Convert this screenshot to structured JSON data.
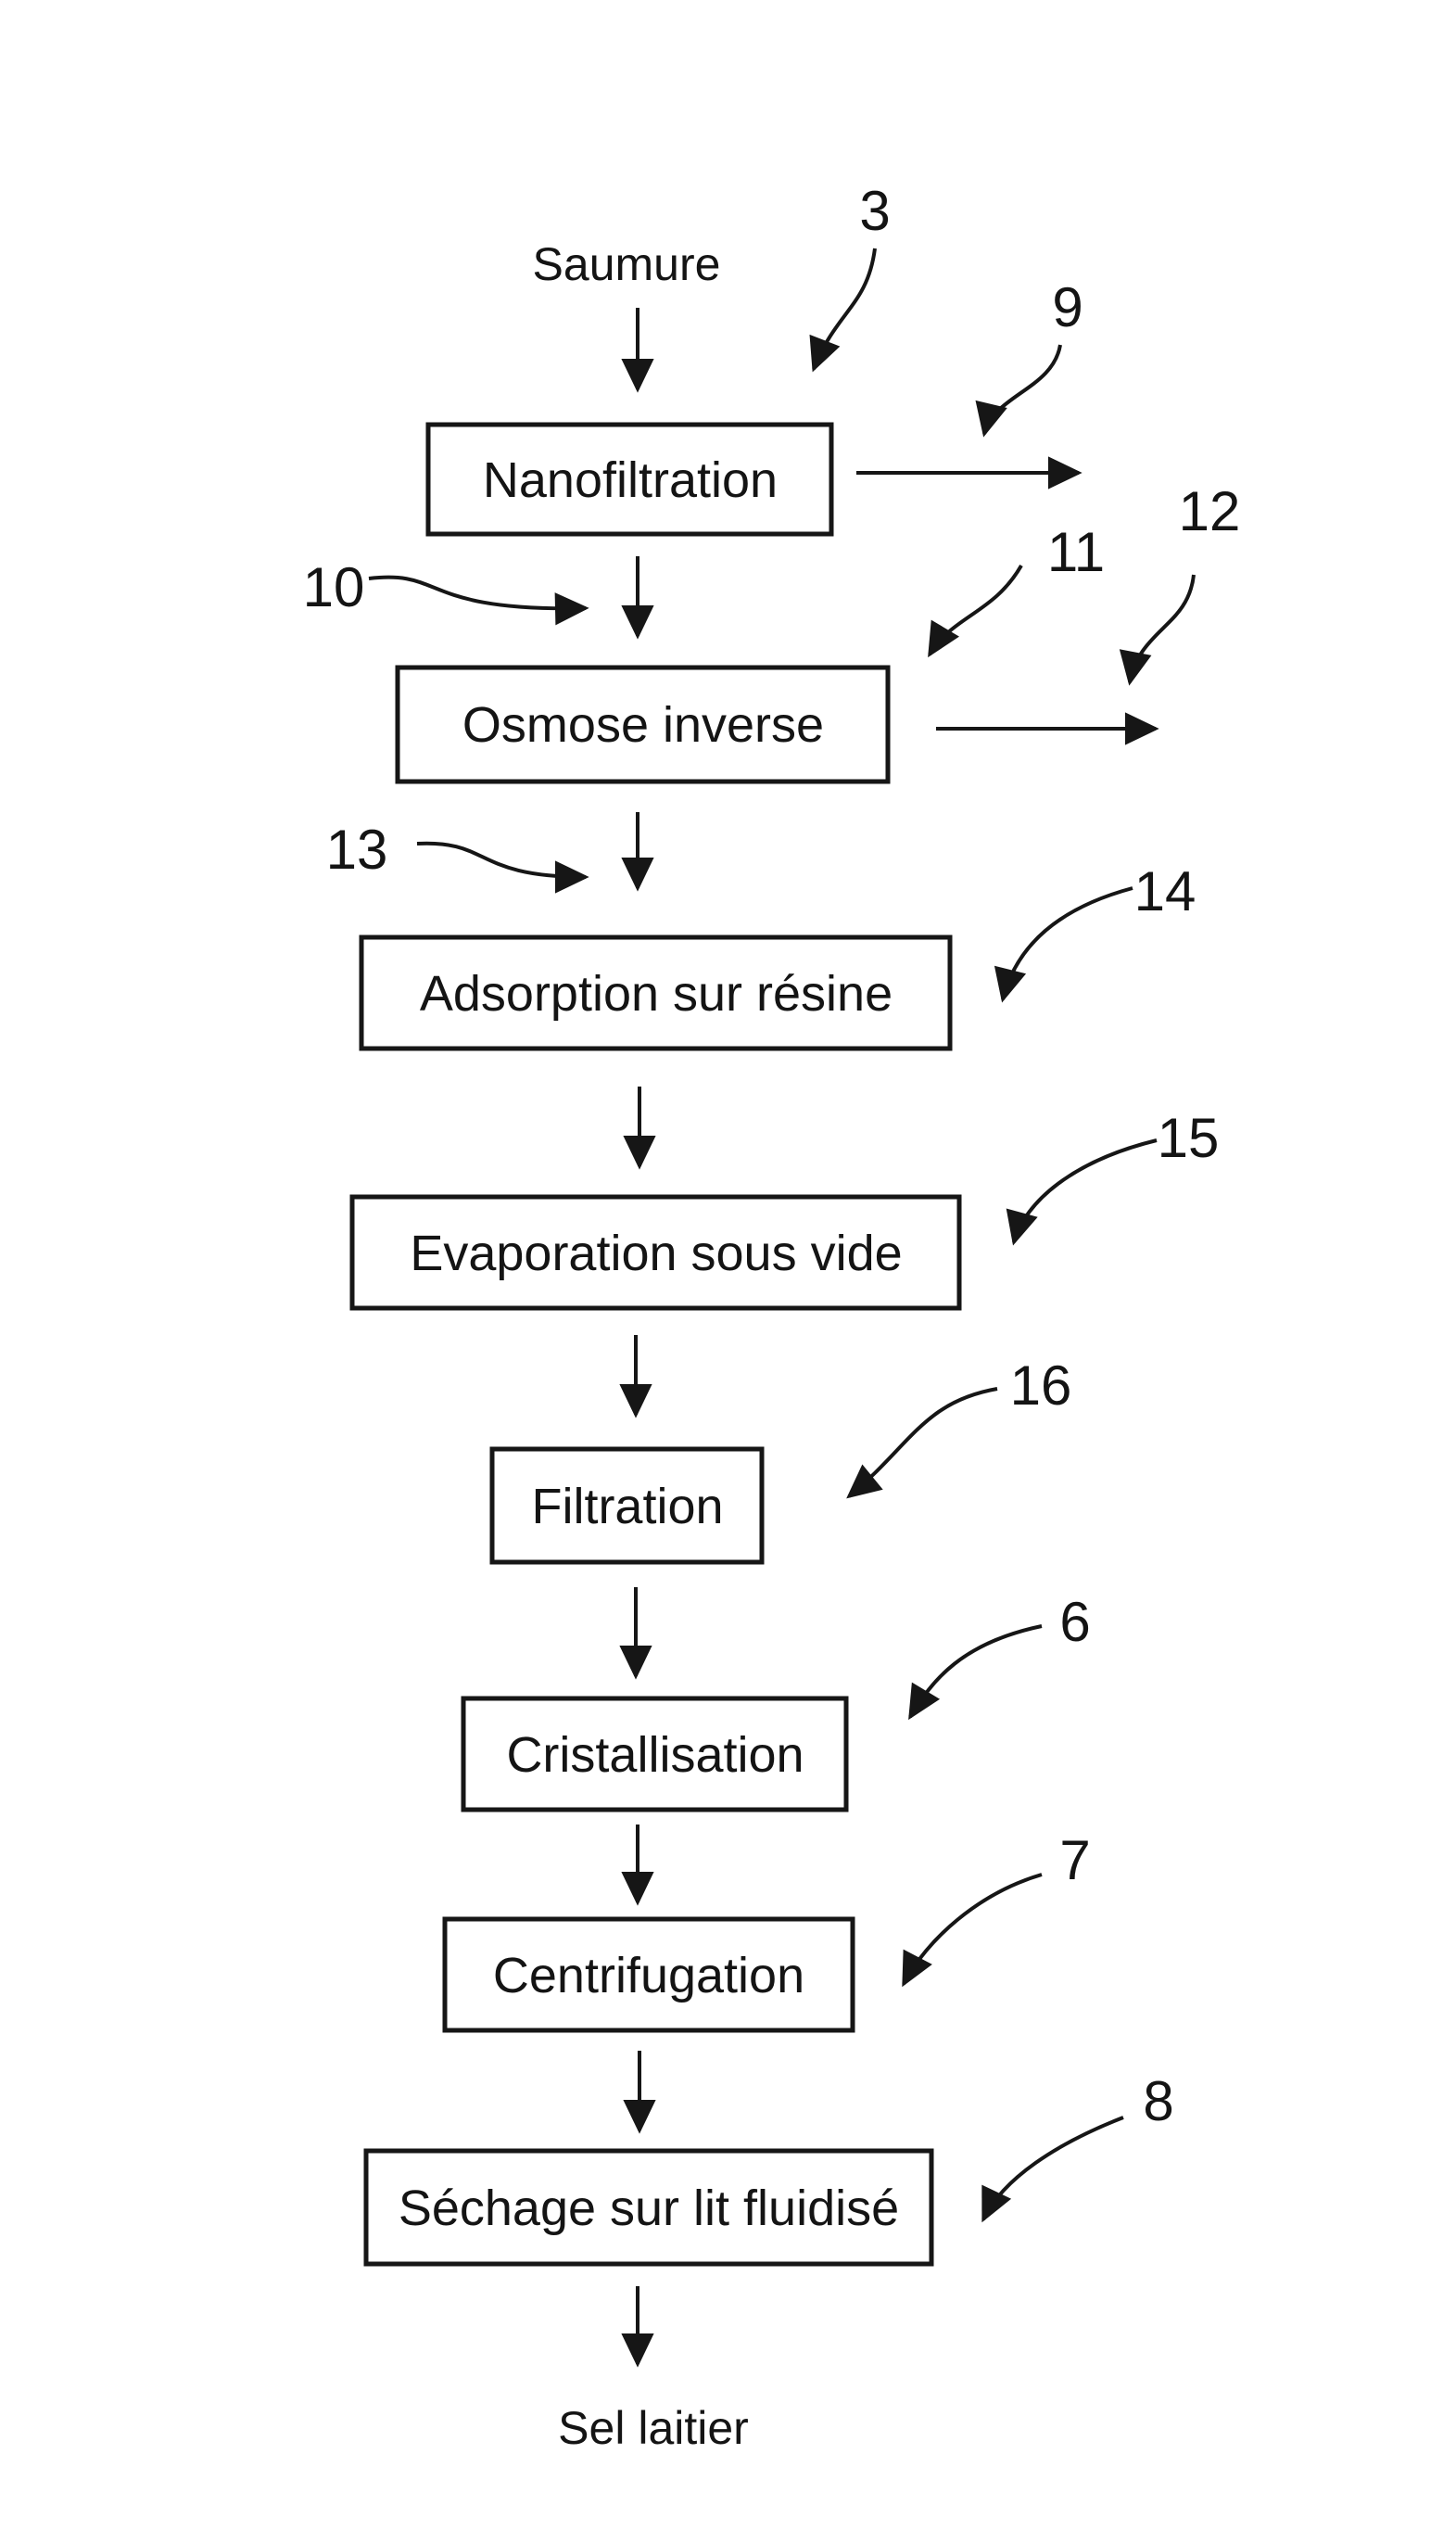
{
  "diagram": {
    "input": "Saumure",
    "output": "Sel laitier",
    "steps": [
      "Nanofiltration",
      "Osmose inverse",
      "Adsorption sur résine",
      "Evaporation sous vide",
      "Filtration",
      "Cristallisation",
      "Centrifugation",
      "Séchage sur lit fluidisé"
    ],
    "refs": {
      "r3": "3",
      "r9": "9",
      "r10": "10",
      "r11": "11",
      "r12": "12",
      "r13": "13",
      "r14": "14",
      "r15": "15",
      "r16": "16",
      "r6": "6",
      "r7": "7",
      "r8": "8"
    },
    "ink_color": "#161616",
    "paper_color": "#ffffff"
  }
}
